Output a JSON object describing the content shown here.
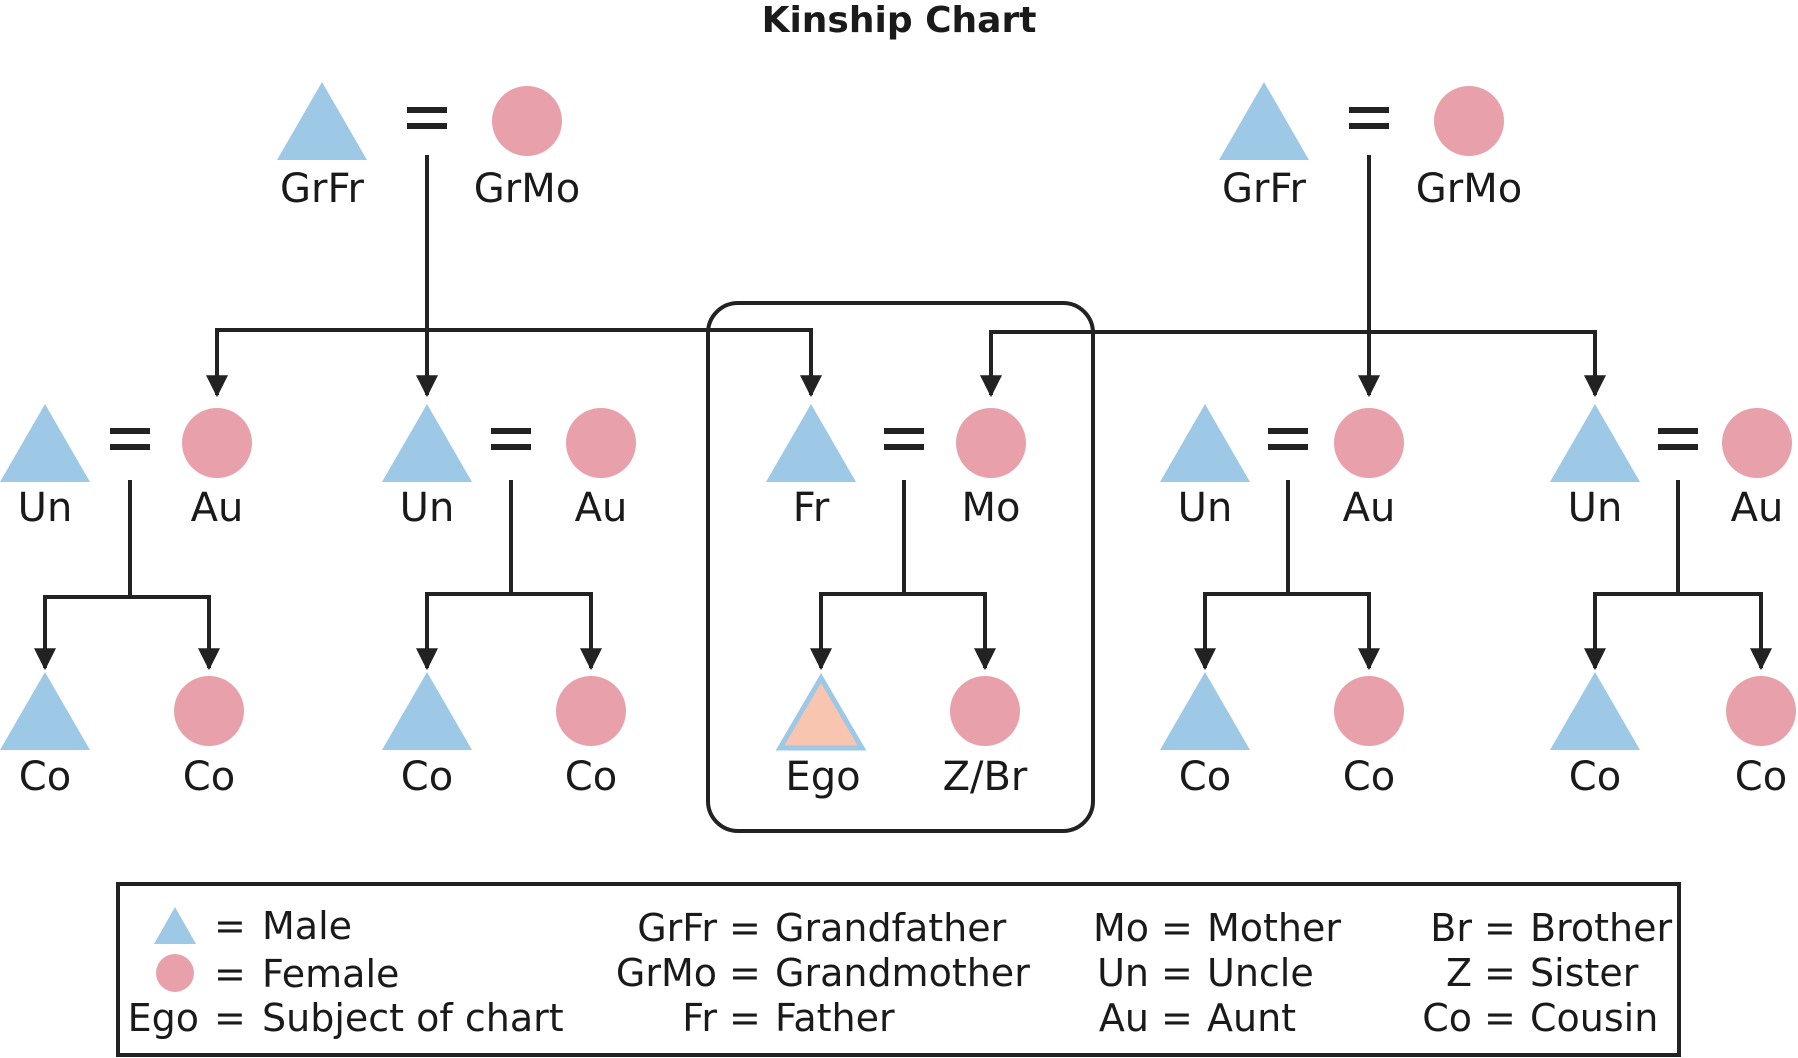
{
  "title": "Kinship Chart",
  "colors": {
    "male": "#9dc8e6",
    "female": "#e8a1aa",
    "ego_fill": "#f8c6b0",
    "ego_stroke": "#9dc8e6",
    "line": "#222222"
  },
  "nodes": {
    "g1_father": "GrFr",
    "g1_mother": "GrMo",
    "g2_father": "GrFr",
    "g2_mother": "GrMo",
    "c1_male": "Un",
    "c1_female": "Au",
    "c2_male": "Un",
    "c2_female": "Au",
    "c3_male": "Fr",
    "c3_female": "Mo",
    "c4_male": "Un",
    "c4_female": "Au",
    "c5_male": "Un",
    "c5_female": "Au",
    "k1_male": "Co",
    "k1_female": "Co",
    "k2_male": "Co",
    "k2_female": "Co",
    "k3_male": "Ego",
    "k3_female": "Z/Br",
    "k4_male": "Co",
    "k4_female": "Co",
    "k5_male": "Co",
    "k5_female": "Co"
  },
  "legend": {
    "male": "Male",
    "female": "Female",
    "ego": {
      "abbr": "Ego",
      "meaning": "Subject of chart"
    },
    "grfr": {
      "abbr": "GrFr",
      "meaning": "Grandfather"
    },
    "grmo": {
      "abbr": "GrMo",
      "meaning": "Grandmother"
    },
    "fr": {
      "abbr": "Fr",
      "meaning": "Father"
    },
    "mo": {
      "abbr": "Mo",
      "meaning": "Mother"
    },
    "un": {
      "abbr": "Un",
      "meaning": "Uncle"
    },
    "au": {
      "abbr": "Au",
      "meaning": "Aunt"
    },
    "br": {
      "abbr": "Br",
      "meaning": "Brother"
    },
    "z": {
      "abbr": "Z",
      "meaning": "Sister"
    },
    "co": {
      "abbr": "Co",
      "meaning": "Cousin"
    }
  }
}
